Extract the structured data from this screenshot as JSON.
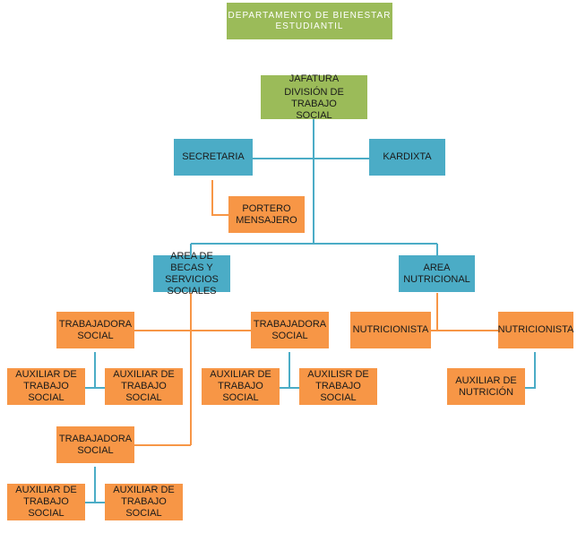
{
  "title": {
    "line1": "DEPARTAMENTO DE BIENESTAR",
    "line2": "ESTUDIANTIL"
  },
  "jefatura": {
    "line1": "JAFATURA",
    "line2": "DIVISIÓN DE TRABAJO",
    "line3": "SOCIAL"
  },
  "secretaria": "SECRETARIA",
  "kardixta": "KARDIXTA",
  "portero": {
    "line1": "PORTERO",
    "line2": "MENSAJERO"
  },
  "becas": {
    "line1": "AREA DE BECAS Y",
    "line2": "SERVICIOS",
    "line3": "SOCIALES"
  },
  "nutricional_area": {
    "line1": "AREA",
    "line2": "NUTRICIONAL"
  },
  "trabajadora": {
    "line1": "TRABAJADORA",
    "line2": "SOCIAL"
  },
  "auxiliar_ts": {
    "line1": "AUXILIAR DE",
    "line2": "TRABAJO SOCIAL"
  },
  "auxilisr_ts": {
    "line1": "AUXILISR DE",
    "line2": "TRABAJO SOCIAL"
  },
  "nutricionista": "NUTRICIONISTA",
  "auxiliar_nut": {
    "line1": "AUXILIAR DE",
    "line2": "NUTRICIÓN"
  },
  "colors": {
    "green": "#9bbb59",
    "blue": "#4bacc6",
    "orange": "#f79646",
    "blue_line": "#4bacc6",
    "orange_line": "#f79646"
  }
}
